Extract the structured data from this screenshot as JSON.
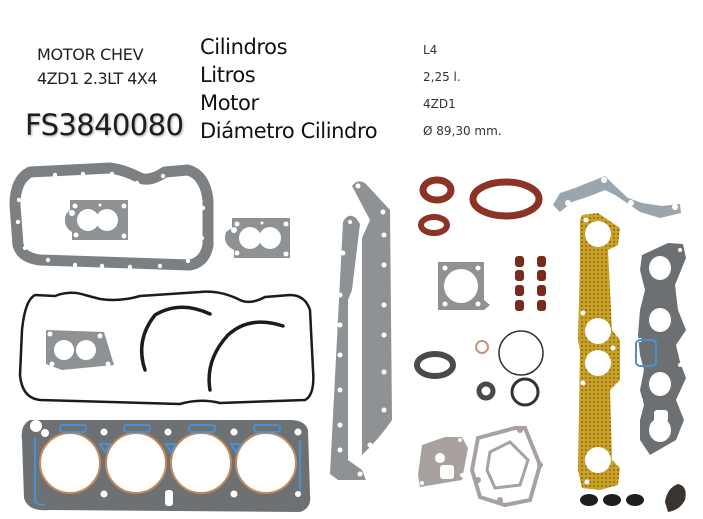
{
  "product": {
    "title_line1": "MOTOR CHEV",
    "title_line2": "4ZD1 2.3LT 4X4",
    "part_number": "FS3840080"
  },
  "specs": [
    {
      "label": "Cilindros",
      "value": "L4"
    },
    {
      "label": "Litros",
      "value": "2,25 l."
    },
    {
      "label": "Motor",
      "value": "4ZD1"
    },
    {
      "label": "Diámetro Cilindro",
      "value": "Ø 89,30 mm."
    }
  ],
  "photo": {
    "subject": "engine gasket kit",
    "components": [
      "oil-pan-gasket",
      "throttle-body-gasket",
      "carburetor-base-gasket",
      "valve-cover-gasket",
      "rear-main-seal-halves",
      "cylinder-head-gasket",
      "timing-cover-gaskets",
      "oil-seals",
      "rear-main-seal",
      "timing-cover-upper-gasket",
      "exhaust-manifold-gasket",
      "intake-manifold-gasket",
      "valve-stem-seals",
      "o-rings",
      "water-pump-gasket",
      "thermostat-housing-gasket",
      "grommets"
    ],
    "colors": {
      "fiber_gray": "#8c8e90",
      "seal_brown": "#8b3325",
      "exhaust_gold": "#c9a227",
      "bead_blue": "#4a90d0",
      "rubber_black": "#1c1c1c"
    }
  }
}
